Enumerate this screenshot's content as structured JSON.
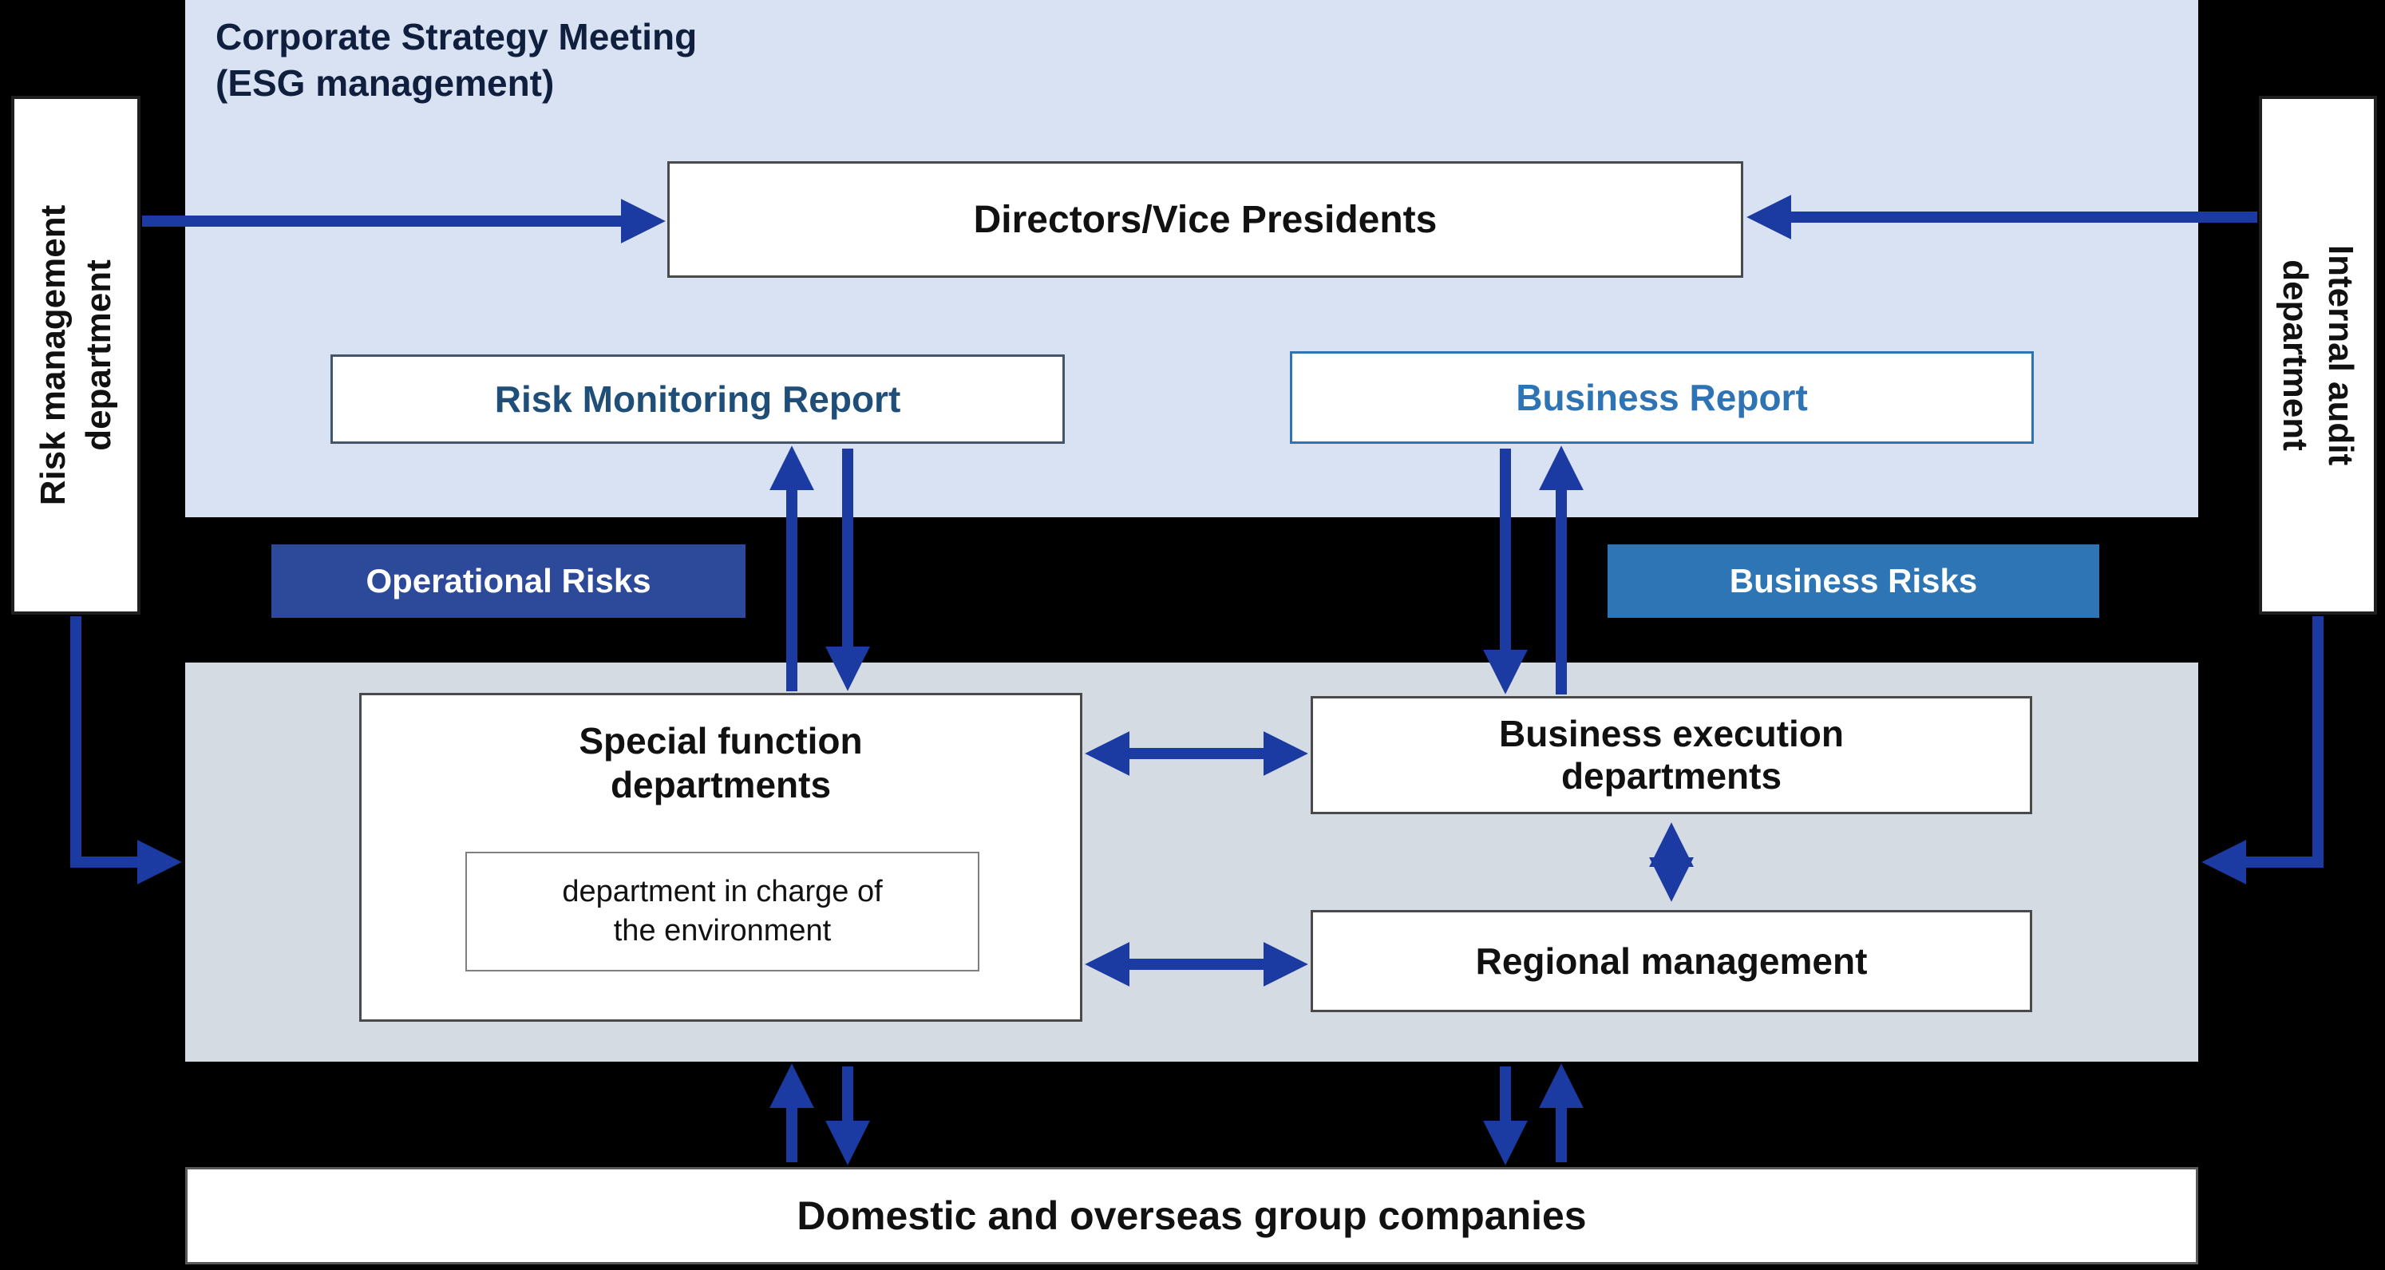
{
  "title": {
    "line1": "Corporate Strategy Meeting",
    "line2": "(ESG management)"
  },
  "top_panel": {
    "directors": "Directors/Vice Presidents",
    "risk_monitoring_report": "Risk Monitoring Report",
    "business_report": "Business Report"
  },
  "side_panels": {
    "left": {
      "line1": "Risk management",
      "line2": "department"
    },
    "right": {
      "line1": "Internal audit",
      "line2": "department"
    }
  },
  "risk_labels": {
    "operational": "Operational Risks",
    "business": "Business Risks"
  },
  "middle_panel": {
    "special_function": "Special function departments",
    "environment_dept": "department in charge of the environment",
    "business_execution": "Business execution departments",
    "regional_management": "Regional management"
  },
  "bottom": {
    "group_companies": "Domestic and overseas group companies"
  },
  "colors": {
    "background": "#000000",
    "top_panel_bg": "#d9e2f3",
    "middle_panel_bg": "#d5dbe3",
    "arrow": "#1b3aa2",
    "operational_risks_bg": "#2d4a9a",
    "business_risks_bg": "#2e75b6",
    "risk_report_text": "#1f4e79",
    "business_report_text": "#2e74b5"
  }
}
